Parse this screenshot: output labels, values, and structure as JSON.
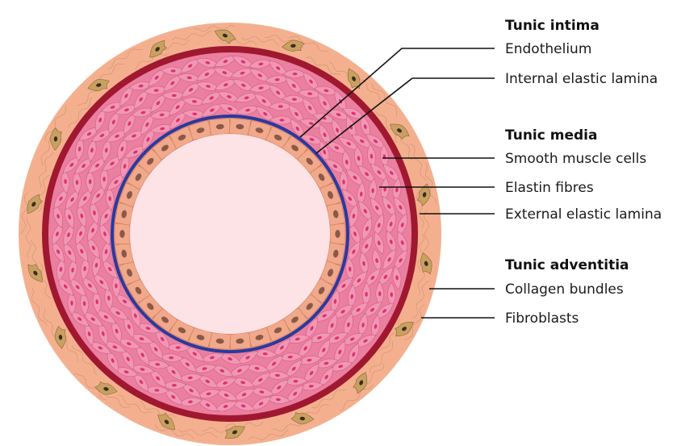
{
  "sections": [
    {
      "heading": "Tunic intima",
      "labels": [
        "Endothelium",
        "Internal elastic lamina"
      ]
    },
    {
      "heading": "Tunic media",
      "labels": [
        "Smooth muscle cells",
        "Elastin fibres",
        "External elastic lamina"
      ]
    },
    {
      "heading": "Tunic adventitia",
      "labels": [
        "Collagen bundles",
        "Fibroblasts"
      ]
    }
  ],
  "colors": {
    "adventitia": "#f4b08e",
    "adventitia_fiber": "#c98f73",
    "fibroblast": "#c9a060",
    "fibroblast_nucleus": "#3a2d1e",
    "external_elastic_lamina": "#a01830",
    "media": "#ea7fa0",
    "smooth_muscle_cell": "#f097b4",
    "smooth_muscle_nucleus": "#e0306f",
    "internal_elastic_lamina": "#2a3a9a",
    "endothelium": "#f2a88a",
    "endothelium_nucleus": "#8a5a48",
    "lumen": "#fde2e6",
    "leader_line": "#111111"
  }
}
